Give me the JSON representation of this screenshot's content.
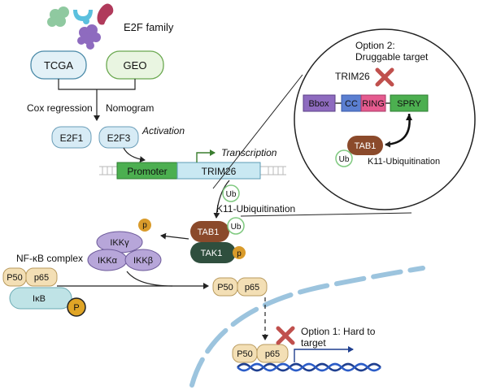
{
  "e2f_family": {
    "label": "E2F  family"
  },
  "databases": {
    "tcga": "TCGA",
    "geo": "GEO"
  },
  "methods": {
    "cox": "Cox regression",
    "nomogram": "Nomogram"
  },
  "e2f_members": {
    "e2f1": "E2F1",
    "e2f3": "E2F3"
  },
  "activation": "Activation",
  "transcription": "Transcription",
  "gene": {
    "promoter": "Promoter",
    "trim26": "TRIM26"
  },
  "ubiquitination": {
    "ub": "Ub",
    "main_label": "K11-Ubiquitination",
    "detail_label": "K11-Ubiquitination"
  },
  "option2": {
    "line1": "Option 2:",
    "line2": "Druggable target",
    "trim26": "TRIM26",
    "domains": [
      "Bbox",
      "CC",
      "RING",
      "SPRY"
    ],
    "tab1": "TAB1",
    "ub": "Ub"
  },
  "ikk": {
    "gamma": "IKKγ",
    "alpha": "IKKα",
    "beta": "IKKβ",
    "p": "p"
  },
  "tak_complex": {
    "tab1": "TAB1",
    "tak1": "TAK1",
    "ub": "Ub",
    "p": "p"
  },
  "nfkb": {
    "title": "NF-κB complex",
    "p50": "P50",
    "p65": "p65",
    "ikb": "IκB",
    "p": "P"
  },
  "cytoplasm_dimer": {
    "p50": "P50",
    "p65": "p65"
  },
  "nucleus_dimer": {
    "p50": "P50",
    "p65": "p65"
  },
  "option1": {
    "line1": "Option 1: Hard to",
    "line2": "target"
  },
  "colors": {
    "promoter": "#4caf50",
    "gene_bar": "#c9e8f2",
    "trim26_x": "#c0504d",
    "ikk": "#b7a6d9",
    "tak1": "#2f4f3e",
    "tab1": "#8b4a2b",
    "phospho": "#d99b2b",
    "p65": "#f3dfb5",
    "ikb": "#bfe3e6",
    "membrane": "#9cc4de",
    "dna": "#1f3f8f"
  }
}
